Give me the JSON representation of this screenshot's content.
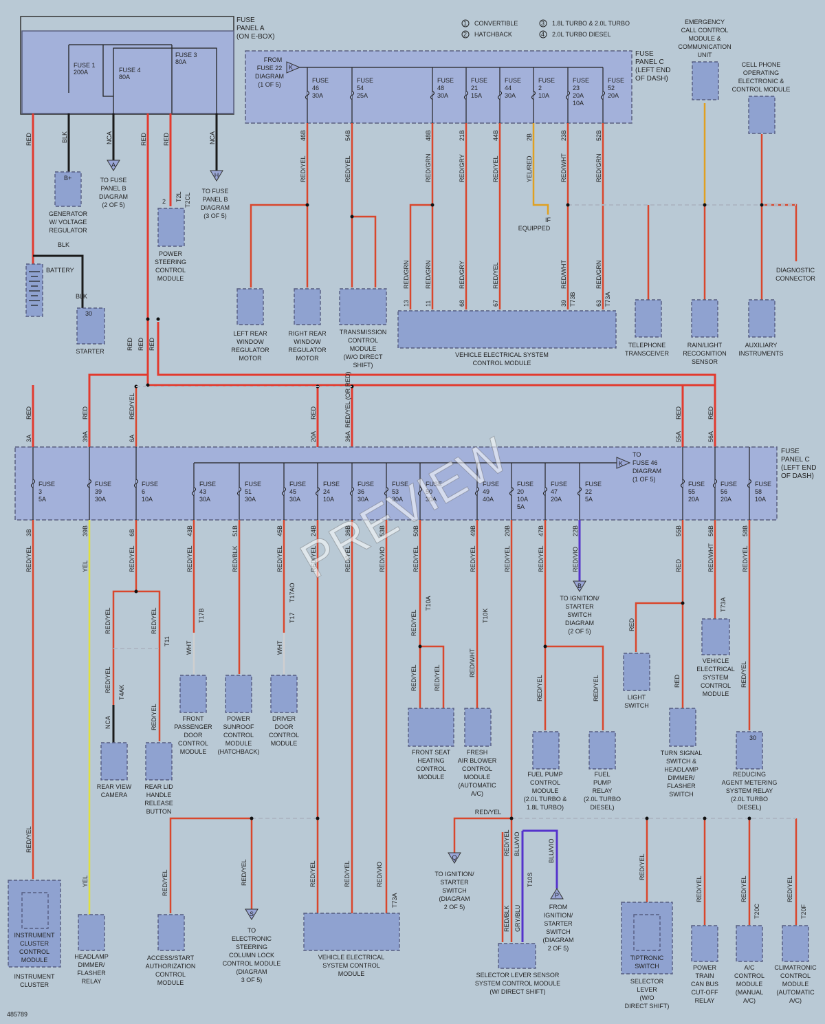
{
  "diagram_id": "485789",
  "watermark": "PREVIEW",
  "legend": [
    {
      "num": "1",
      "text": "CONVERTIBLE"
    },
    {
      "num": "2",
      "text": "HATCHBACK"
    },
    {
      "num": "3",
      "text": "1.8L TURBO & 2.0L TURBO"
    },
    {
      "num": "4",
      "text": "2.0L TURBO DIESEL"
    }
  ],
  "fuse_panel_a": {
    "label": [
      "FUSE",
      "PANEL A",
      "(ON E-BOX)"
    ],
    "fuses": [
      [
        "FUSE 1",
        "200A"
      ],
      [
        "FUSE 4",
        "80A"
      ],
      [
        "FUSE 3",
        "80A"
      ]
    ]
  },
  "fuse_panel_c_top": {
    "label": [
      "FUSE",
      "PANEL C",
      "(LEFT END",
      "OF DASH)"
    ],
    "from_label": [
      "FROM",
      "FUSE 22",
      "DIAGRAM",
      "(1 OF 5)"
    ],
    "fuses": [
      [
        "FUSE",
        "46",
        "30A"
      ],
      [
        "FUSE",
        "54",
        "25A"
      ],
      [
        "FUSE",
        "48",
        "30A"
      ],
      [
        "FUSE",
        "21",
        "15A"
      ],
      [
        "FUSE",
        "44",
        "30A"
      ],
      [
        "FUSE",
        "2",
        "10A"
      ],
      [
        "FUSE",
        "23",
        "20A",
        "10A"
      ],
      [
        "FUSE",
        "52",
        "20A"
      ]
    ],
    "pins": [
      "46B",
      "54B",
      "48B",
      "21B",
      "44B",
      "2B",
      "23B",
      "52B"
    ],
    "wires": [
      "RED/YEL",
      "RED/YEL",
      "RED/GRN",
      "RED/GRY",
      "RED/YEL",
      "YEL/RED",
      "RED/WHT",
      "RED/GRN"
    ]
  },
  "fuse_panel_c_bottom": {
    "label": [
      "FUSE",
      "PANEL C",
      "(LEFT END",
      "OF DASH)"
    ],
    "to_label": [
      "TO",
      "FUSE 46",
      "DIAGRAM",
      "(1 OF 5)"
    ],
    "fuses": [
      [
        "FUSE",
        "3",
        "5A"
      ],
      [
        "FUSE",
        "39",
        "30A"
      ],
      [
        "FUSE",
        "6",
        "10A"
      ],
      [
        "FUSE",
        "43",
        "30A"
      ],
      [
        "FUSE",
        "51",
        "30A"
      ],
      [
        "FUSE",
        "45",
        "30A"
      ],
      [
        "FUSE",
        "24",
        "10A"
      ],
      [
        "FUSE",
        "36",
        "30A"
      ],
      [
        "FUSE",
        "53",
        "30A"
      ],
      [
        "FUSE",
        "50",
        "30A"
      ],
      [
        "FUSE",
        "49",
        "40A"
      ],
      [
        "FUSE",
        "20",
        "10A",
        "5A"
      ],
      [
        "FUSE",
        "47",
        "20A"
      ],
      [
        "FUSE",
        "22",
        "5A"
      ],
      [
        "FUSE",
        "55",
        "20A"
      ],
      [
        "FUSE",
        "56",
        "20A"
      ],
      [
        "FUSE",
        "58",
        "10A"
      ]
    ],
    "in_pins": [
      "3A",
      "39A",
      "6A",
      "20A",
      "36A",
      "55A",
      "56A"
    ],
    "in_wires": [
      "RED",
      "RED",
      "RED/YEL",
      "RED",
      "RED/YEL (OR RED)",
      "RED",
      "RED"
    ],
    "out_pins": [
      "3B",
      "39B",
      "6B",
      "43B",
      "51B",
      "45B",
      "24B",
      "36B",
      "53B",
      "50B",
      "49B",
      "20B",
      "47B",
      "22B",
      "55B",
      "56B",
      "58B"
    ],
    "out_wires": [
      "RED/YEL",
      "YEL",
      "RED/YEL",
      "RED/YEL",
      "RED/BLK",
      "RED/YEL",
      "RED/YEL",
      "RED/YEL",
      "RED/VIO",
      "RED/YEL",
      "RED/YEL",
      "RED/YEL",
      "RED/YEL",
      "RED/VIO",
      "RED",
      "RED/WHT",
      "RED/YEL"
    ]
  },
  "top_components": {
    "generator": [
      "GENERATOR",
      "W/ VOLTAGE",
      "REGULATOR"
    ],
    "generator_pin": "B+",
    "to_fuse_panel_b_a": [
      "TO FUSE",
      "PANEL B",
      "DIAGRAM",
      "(2 OF 5)"
    ],
    "to_fuse_panel_b_h": [
      "TO FUSE",
      "PANEL B",
      "DIAGRAM",
      "(3 OF 5)"
    ],
    "power_steering": [
      "POWER",
      "STEERING",
      "CONTROL",
      "MODULE"
    ],
    "battery": "BATTERY",
    "starter": "STARTER",
    "starter_pin": "30",
    "top_wire_labels": [
      "RED",
      "BLK",
      "NCA",
      "RED",
      "RED",
      "NCA",
      "BLK",
      "BLK",
      "RED",
      "RED",
      "RED"
    ],
    "conn_t2l": "T2L",
    "conn_t2cl": "T2CL",
    "pin_2": "2"
  },
  "panel_c_top_components": {
    "left_rear": [
      "LEFT REAR",
      "WINDOW",
      "REGULATOR",
      "MOTOR"
    ],
    "right_rear": [
      "RIGHT REAR",
      "WINDOW",
      "REGULATOR",
      "MOTOR"
    ],
    "transmission": [
      "TRANSMISSION",
      "CONTROL",
      "MODULE",
      "(W/O DIRECT",
      "SHIFT)"
    ],
    "vescm": [
      "VEHICLE ELECTRICAL SYSTEM",
      "CONTROL MODULE"
    ],
    "telephone": [
      "TELEPHONE",
      "TRANSCEIVER"
    ],
    "rain_light": [
      "RAIN/LIGHT",
      "RECOGNITION",
      "SENSOR"
    ],
    "aux": [
      "AUXILIARY",
      "INSTRUMENTS"
    ],
    "diag": [
      "DIAGNOSTIC",
      "CONNECTOR"
    ],
    "emergency": [
      "EMERGENCY",
      "CALL CONTROL",
      "MODULE &",
      "COMMUNICATION",
      "UNIT"
    ],
    "cellphone": [
      "CELL PHONE",
      "OPERATING",
      "ELECTRONIC &",
      "CONTROL MODULE"
    ],
    "if_equipped": [
      "IF",
      "EQUIPPED"
    ],
    "vescm_pins": [
      "13",
      "11",
      "68",
      "67",
      "39",
      "63"
    ],
    "vescm_wires": [
      "RED/GRN",
      "RED/GRN",
      "RED/GRY",
      "RED/YEL",
      "RED/WHT",
      "RED/GRN"
    ],
    "t73b": "T73B",
    "t73a": "T73A"
  },
  "bottom_components": {
    "rear_view": [
      "REAR VIEW",
      "CAMERA"
    ],
    "rear_lid": [
      "REAR LID",
      "HANDLE",
      "RELEASE",
      "BUTTON"
    ],
    "front_pass": [
      "FRONT",
      "PASSENGER",
      "DOOR",
      "CONTROL",
      "MODULE"
    ],
    "sunroof": [
      "POWER",
      "SUNROOF",
      "CONTROL",
      "MODULE",
      "(HATCHBACK)"
    ],
    "driver_door": [
      "DRIVER",
      "DOOR",
      "CONTROL",
      "MODULE"
    ],
    "front_seat": [
      "FRONT SEAT",
      "HEATING",
      "CONTROL",
      "MODULE"
    ],
    "fresh_air": [
      "FRESH",
      "AIR BLOWER",
      "CONTROL",
      "MODULE",
      "(AUTOMATIC",
      "A/C)"
    ],
    "fuel_pump_cm": [
      "FUEL PUMP",
      "CONTROL",
      "MODULE",
      "(2.0L TURBO &",
      "1.8L TURBO)"
    ],
    "fuel_pump_relay": [
      "FUEL",
      "PUMP",
      "RELAY",
      "(2.0L TURBO",
      "DIESEL)"
    ],
    "to_ign_b": [
      "TO IGNITION/",
      "STARTER",
      "SWITCH",
      "DIAGRAM",
      "(2 OF 5)"
    ],
    "light_switch": [
      "LIGHT",
      "SWITCH"
    ],
    "turn_signal": [
      "TURN SIGNAL",
      "SWITCH &",
      "HEADLAMP",
      "DIMMER/",
      "FLASHER",
      "SWITCH"
    ],
    "vescm2": [
      "VEHICLE",
      "ELECTRICAL",
      "SYSTEM",
      "CONTROL",
      "MODULE"
    ],
    "reducing": [
      "REDUCING",
      "AGENT METERING",
      "SYSTEM RELAY",
      "(2.0L TURBO",
      "DIESEL)"
    ],
    "instrument_module": [
      "INSTRUMENT",
      "CLUSTER",
      "CONTROL",
      "MODULE"
    ],
    "instrument_cluster": [
      "INSTRUMENT",
      "CLUSTER"
    ],
    "headlamp_relay": [
      "HEADLAMP",
      "DIMMER/",
      "FLASHER",
      "RELAY"
    ],
    "access_start": [
      "ACCESS/START",
      "AUTHORIZATION",
      "CONTROL",
      "MODULE"
    ],
    "to_esclcm": [
      "TO",
      "ELECTRONIC",
      "STEERING",
      "COLUMN LOCK",
      "CONTROL MODULE",
      "(DIAGRAM",
      "3 OF 5)"
    ],
    "vescm3": [
      "VEHICLE ELECTRICAL",
      "SYSTEM CONTROL",
      "MODULE"
    ],
    "to_ign_q": [
      "TO IGNITION/",
      "STARTER",
      "SWITCH",
      "(DIAGRAM",
      "2 OF 5)"
    ],
    "from_ign_p": [
      "FROM",
      "IGNITION/",
      "STARTER",
      "SWITCH",
      "(DIAGRAM",
      "2 OF 5)"
    ],
    "selector_sensor": [
      "SELECTOR LEVER SENSOR",
      "SYSTEM CONTROL MODULE",
      "(W/ DIRECT SHIFT)"
    ],
    "tiptronic": [
      "TIPTRONIC",
      "SWITCH"
    ],
    "selector_lever": [
      "SELECTOR",
      "LEVER",
      "(W/O",
      "DIRECT SHIFT)"
    ],
    "power_train": [
      "POWER",
      "TRAIN",
      "CAN BUS",
      "CUT-OFF",
      "RELAY"
    ],
    "ac_cm": [
      "A/C",
      "CONTROL",
      "MODULE",
      "(MANUAL",
      "A/C)"
    ],
    "climatronic": [
      "CLIMATRONIC",
      "CONTROL",
      "MODULE",
      "(AUTOMATIC",
      "A/C)"
    ],
    "red_yel_bus": "RED/YEL",
    "wire_misc": [
      "RED/YEL",
      "NCA",
      "WHT",
      "RED",
      "YEL",
      "RED/WHT",
      "BLU/VIO",
      "RED/BLK",
      "GRY/BLU",
      "RED/VIO"
    ],
    "conn_labels": [
      "T11",
      "T4AK",
      "T17B",
      "T17AO",
      "T17",
      "T10A",
      "T10K",
      "T73A",
      "T10S",
      "T20C",
      "T20F"
    ]
  }
}
